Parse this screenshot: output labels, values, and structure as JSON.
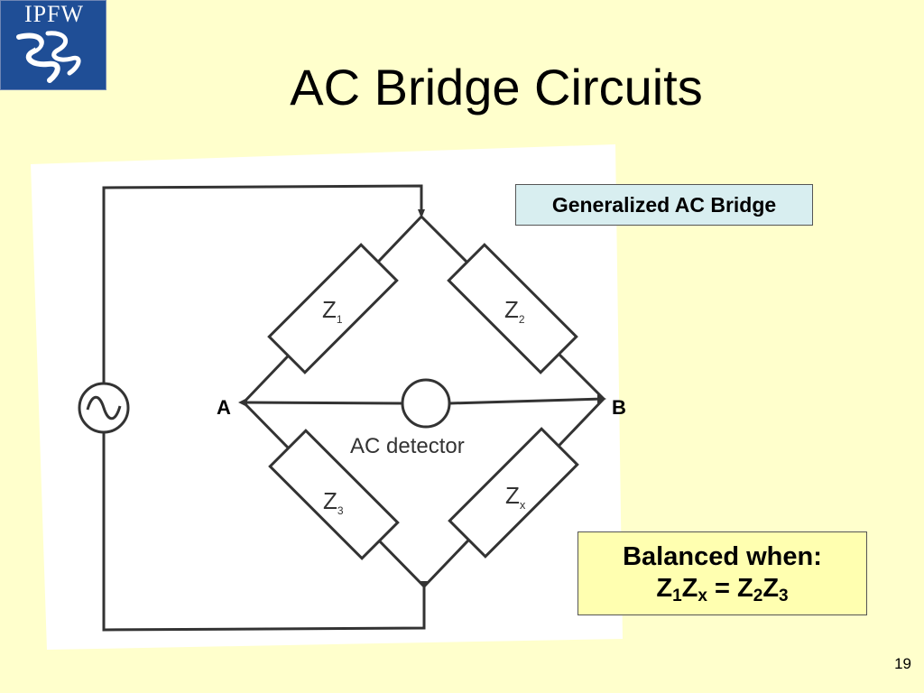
{
  "logo": {
    "text": "IPFW"
  },
  "title": "AC Bridge Circuits",
  "diagram": {
    "caption": "Generalized AC Bridge",
    "node_a": "A",
    "node_b": "B",
    "detector_label": "AC detector",
    "impedances": {
      "z1": {
        "main": "Z",
        "sub": "1"
      },
      "z2": {
        "main": "Z",
        "sub": "2"
      },
      "z3": {
        "main": "Z",
        "sub": "3"
      },
      "zx": {
        "main": "Z",
        "sub": "x"
      }
    }
  },
  "balance": {
    "heading": "Balanced when:",
    "eq": {
      "a": "Z",
      "a_sub": "1",
      "b": "Z",
      "b_sub": "x",
      "op": " = ",
      "c": "Z",
      "c_sub": "2",
      "d": "Z",
      "d_sub": "3"
    }
  },
  "slide_number": "19"
}
